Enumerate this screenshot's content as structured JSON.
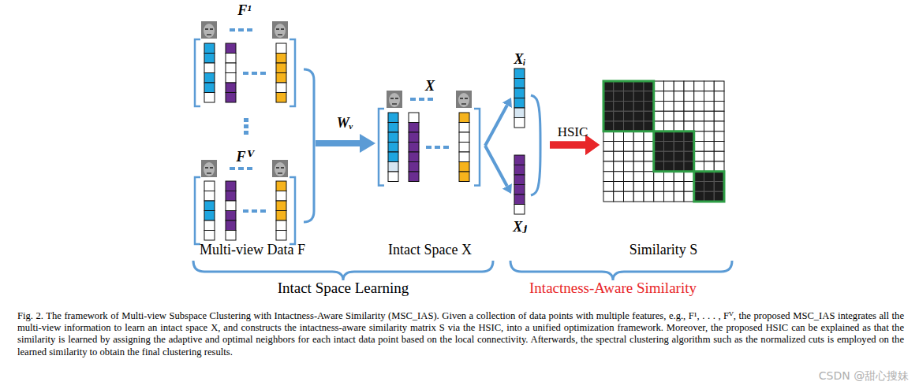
{
  "diagram": {
    "caption": "Fig. 2. The framework of Multi-view Subspace Clustering with Intactness-Aware Similarity (MSC_IAS). Given a collection of data points with multiple features, e.g., F¹, . . . , Fⱽ, the proposed MSC_IAS integrates all the multi-view information to learn an intact space X, and constructs the intactness-aware similarity matrix S via the HSIC, into a unified optimization framework. Moreover, the proposed HSIC can be explained as that the similarity is learned by assigning the adaptive and optimal neighbors for each intact data point based on the local connectivity. Afterwards, the spectral clustering algorithm such as the normalized cuts is employed on the learned similarity to obtain the final clustering results.",
    "nodes": [
      {
        "text": [
          "Multi-view Data F"
        ]
      },
      {
        "text": [
          "F¹"
        ],
        "in": 0
      },
      {
        "text": [
          "Fⱽ"
        ],
        "in": 0
      },
      {
        "text": [
          "X",
          "Intact Space X"
        ]
      },
      {
        "text": [
          "Xᵢ"
        ]
      },
      {
        "text": [
          "Xⱼ"
        ]
      },
      {
        "text": [
          "Similarity S"
        ]
      }
    ],
    "edges": [
      {
        "from": 0,
        "to": 3,
        "arrow": "to",
        "label": "Wᵥ"
      },
      {
        "from": 3,
        "to": 4,
        "arrow": "to"
      },
      {
        "from": 3,
        "to": 5,
        "arrow": "to"
      },
      {
        "from": 4,
        "to": 6,
        "arrow": "to",
        "label": "HSIC"
      },
      {
        "from": 5,
        "to": 6,
        "arrow": "to"
      }
    ],
    "labels": [
      "Intact Space Learning",
      "Intactness-Aware Similarity",
      "CSDN @甜心搜妹"
    ]
  }
}
